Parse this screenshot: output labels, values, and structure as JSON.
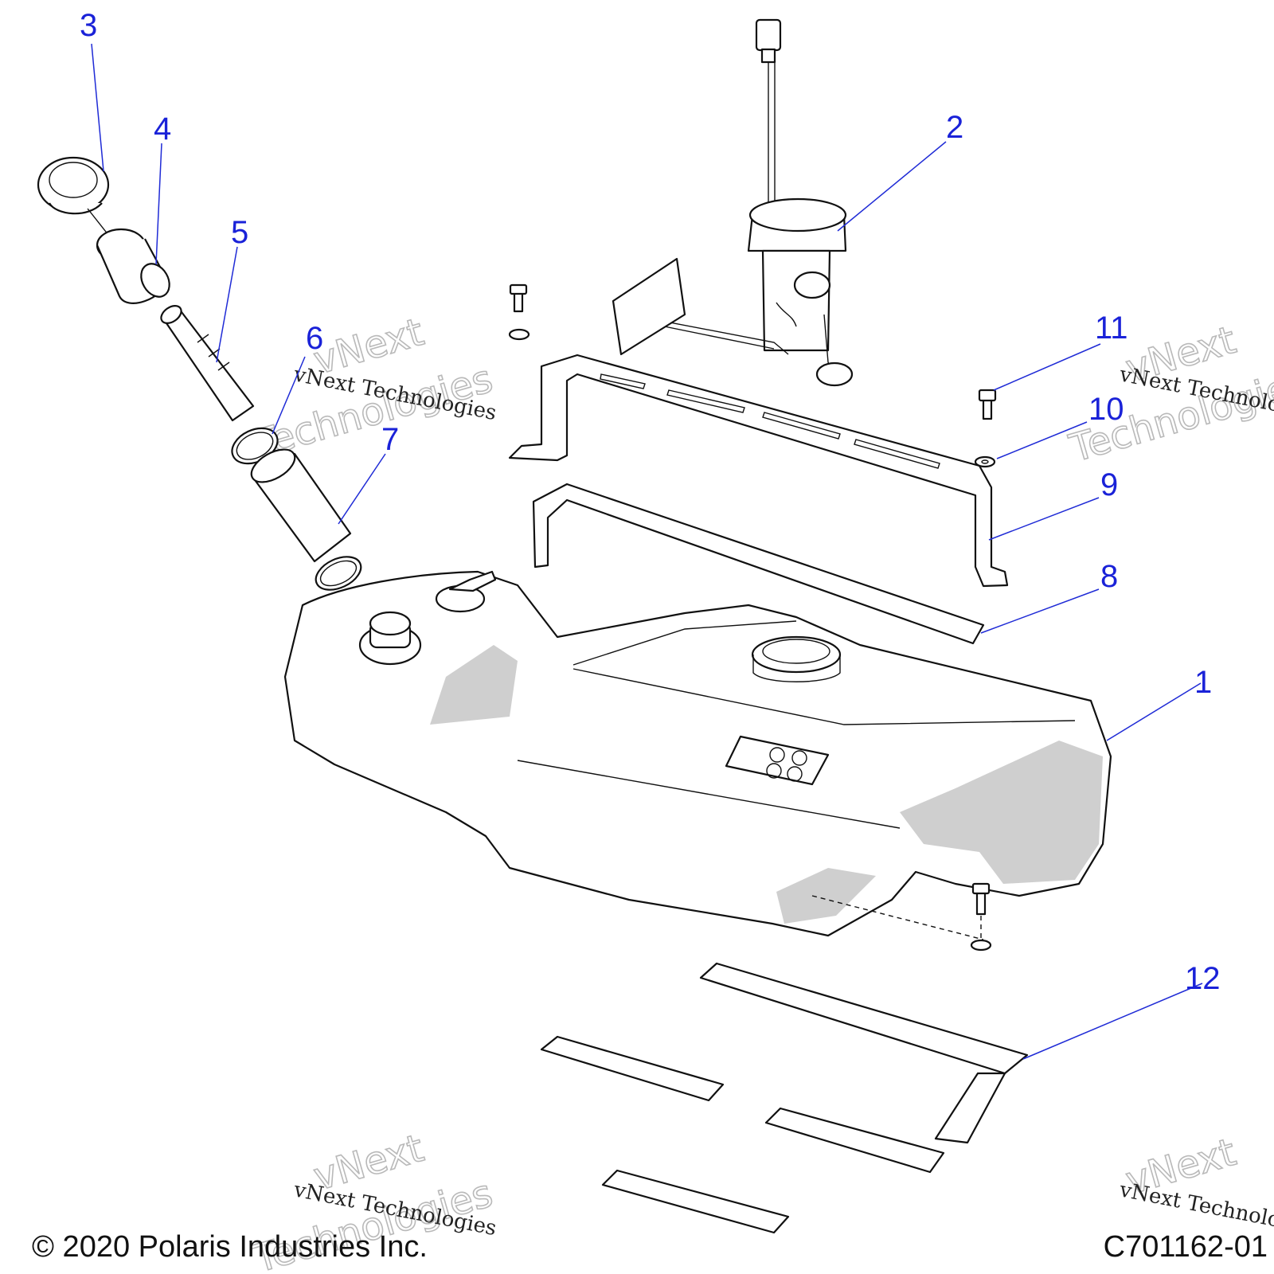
{
  "callouts": [
    "1",
    "2",
    "3",
    "4",
    "5",
    "6",
    "7",
    "8",
    "9",
    "10",
    "11",
    "12"
  ],
  "watermark": {
    "line": "vNext Technologies",
    "word1": "vNext",
    "word2": "Technologies"
  },
  "footer": {
    "copyright": "© 2020 Polaris Industries Inc.",
    "drawing_number": "C701162-01"
  }
}
